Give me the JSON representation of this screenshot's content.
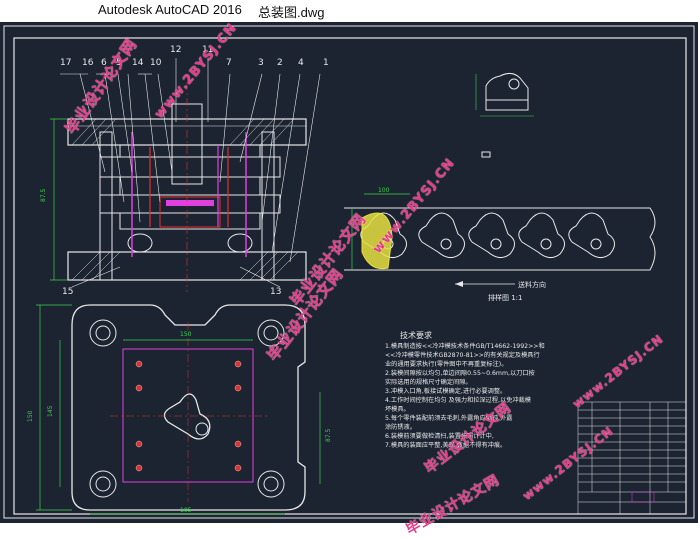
{
  "window": {
    "app_title": "Autodesk AutoCAD 2016",
    "doc_title": "总装图.dwg"
  },
  "drawing": {
    "part_numbers": [
      "17",
      "16",
      "6",
      "5",
      "14",
      "10",
      "12",
      "11",
      "7",
      "3",
      "2",
      "4",
      "1"
    ],
    "bottom_labels": [
      "15",
      "13"
    ],
    "dim_labels": {
      "left_height_top": "87.5",
      "left_height_bottom": "145",
      "left_height_plan": "150",
      "right_height_plan": "87.5",
      "plan_width": "150",
      "plan_bottom": "105",
      "strip_width": "100"
    },
    "strip_caption": "排样图  1:1",
    "feed_direction": "送料方向",
    "tech_title": "技术要求",
    "tech_lines": [
      "1.模具制造按<<冷冲模技术条件GB/T14662-1992>>和",
      "<<冷冲模零件技术GB2870-81>>的有关规定及模具行",
      "业的通用要求执行(零件图中不再重复标注)。",
      "2.装模间隙按以均匀,单边间隙0.55~0.6mm,以刀口按",
      "实际选用的规格尺寸确定间隙。",
      "3.冲模入口角,板接试模确定,进行必要调整。",
      "4.工作时间控制在均匀 及强力和拉深过程,以免冲裁模",
      "坏模具。",
      "5.每个零件装配前须去毛刺,外露角应倒钝,外露",
      "涂防锈液。",
      "6.装模前须要做检清扫,装置按照计计中,",
      "7.模具的装面应平整,美观,数据不得有冲痕。"
    ],
    "watermarks": [
      "毕业设计论文网",
      "www.2BYSJ.CN",
      "毕业设计论文网",
      "www.2BYSJ.CN",
      "毕业设计论文网",
      "www.2BYSJ.CN",
      "毕业设计论文网",
      "www.2BYSJ.CN",
      "毕业设计论文网"
    ]
  },
  "colors": {
    "background": "#1c2431",
    "line_white": "#e8e8e8",
    "line_cyan": "#4fd0e0",
    "line_green": "#3ccf4e",
    "line_magenta": "#e040e0",
    "line_red": "#e03030",
    "line_yellow": "#e8e040",
    "watermark": "#e83a8a"
  }
}
